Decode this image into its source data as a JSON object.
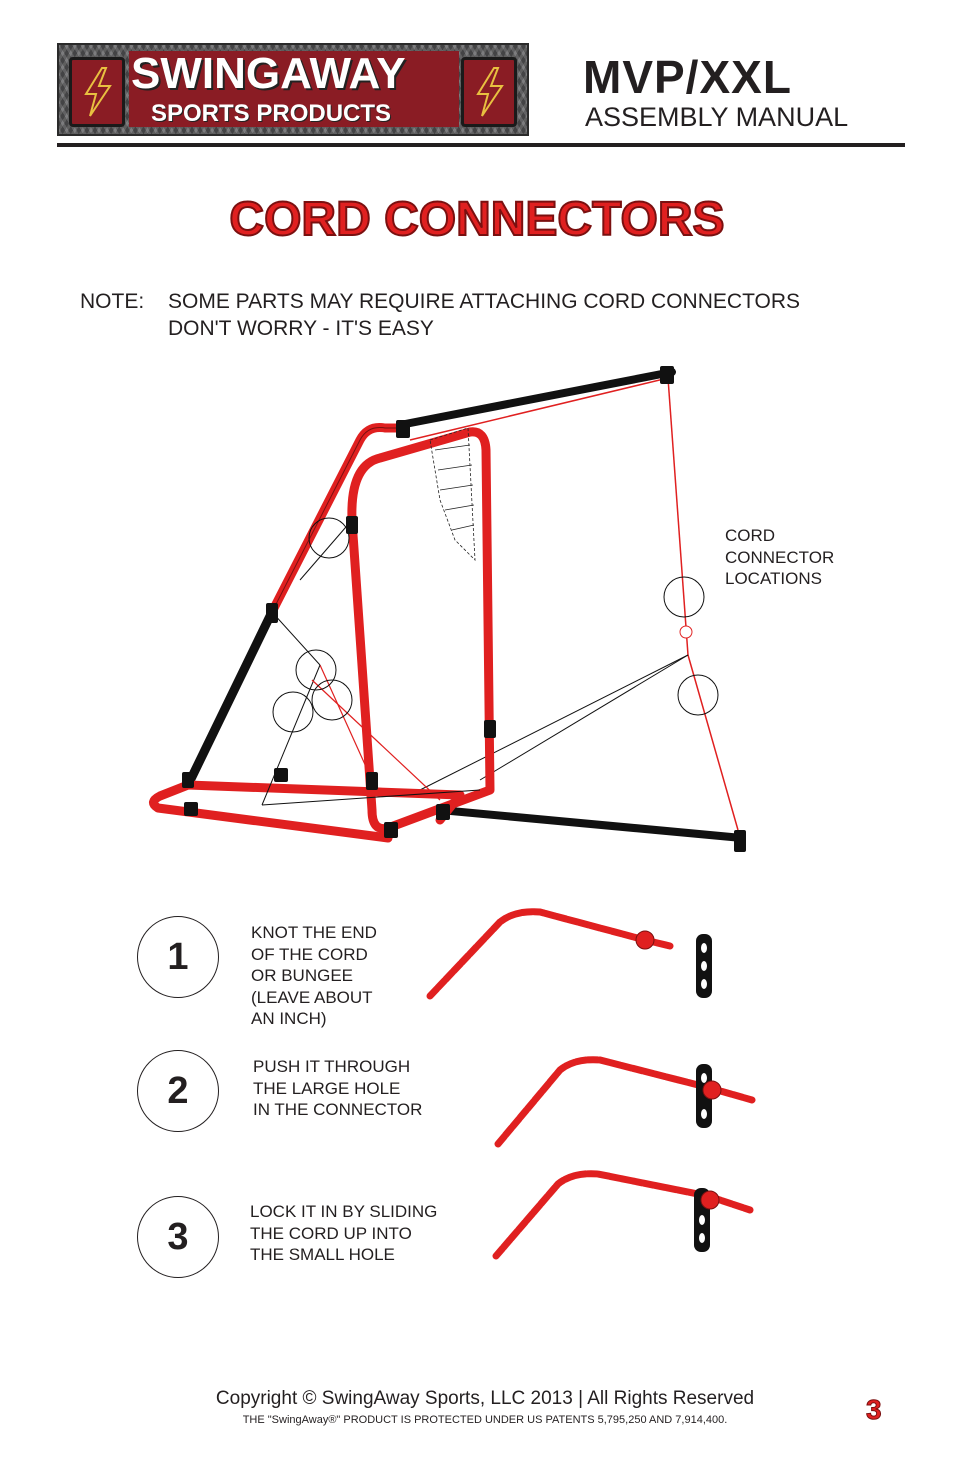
{
  "header": {
    "brand_name": "SWINGAWAY",
    "brand_sub": "SPORTS PRODUCTS",
    "model": "MVP/XXL",
    "manual": "ASSEMBLY MANUAL"
  },
  "title": "CORD CONNECTORS",
  "note": {
    "label": "NOTE:",
    "lines": [
      "SOME PARTS MAY REQUIRE ATTACHING CORD CONNECTORS",
      "DON'T WORRY - IT'S EASY"
    ]
  },
  "diagram": {
    "callout_lines": [
      "CORD",
      "CONNECTOR",
      "LOCATIONS"
    ]
  },
  "steps": [
    {
      "number": "1",
      "lines": [
        "KNOT THE END",
        "OF THE CORD",
        "OR BUNGEE",
        "(LEAVE ABOUT",
        "AN INCH)"
      ]
    },
    {
      "number": "2",
      "lines": [
        "PUSH IT THROUGH",
        "THE LARGE HOLE",
        "IN THE CONNECTOR"
      ]
    },
    {
      "number": "3",
      "lines": [
        "LOCK IT IN BY SLIDING",
        "THE CORD UP INTO",
        "THE SMALL HOLE"
      ]
    }
  ],
  "footer": {
    "copyright": "Copyright © SwingAway Sports, LLC 2013 | All Rights Reserved",
    "patent": "THE \"SwingAway®\" PRODUCT IS PROTECTED UNDER US PATENTS 5,795,250 AND 7,914,400.",
    "page_number": "3"
  },
  "colors": {
    "accent_red": "#e02020",
    "brand_maroon": "#8a1c24",
    "text": "#231f20"
  }
}
